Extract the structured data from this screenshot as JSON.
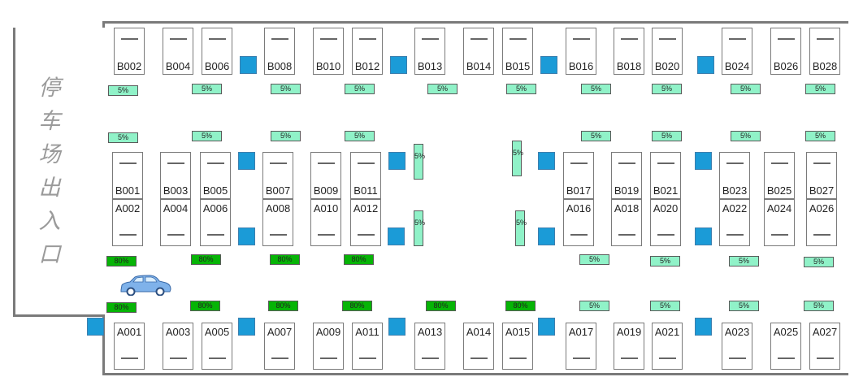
{
  "entrance": {
    "label_chars": [
      "停",
      "车",
      "场",
      "出",
      "入",
      "口"
    ]
  },
  "spots": {
    "b_top": [
      "B002",
      "B004",
      "B006",
      "B008",
      "B010",
      "B012",
      "B013",
      "B014",
      "B015",
      "B016",
      "B018",
      "B020",
      "B024",
      "B026",
      "B028"
    ],
    "b_mid": [
      "B001",
      "B003",
      "B005",
      "B007",
      "B009",
      "B011",
      "B017",
      "B019",
      "B021",
      "B023",
      "B025",
      "B027"
    ],
    "a_mid": [
      "A002",
      "A004",
      "A006",
      "A008",
      "A010",
      "A012",
      "A016",
      "A018",
      "A020",
      "A022",
      "A024",
      "A026"
    ],
    "a_bot": [
      "A001",
      "A003",
      "A005",
      "A007",
      "A009",
      "A011",
      "A013",
      "A014",
      "A015",
      "A017",
      "A019",
      "A021",
      "A023",
      "A025",
      "A027"
    ]
  },
  "badges": {
    "light": "5%",
    "dark": "80%"
  },
  "colors": {
    "marker_blue": "#1b9bd7",
    "badge_light": "#90f2c8",
    "badge_dark": "#06b406",
    "border": "#7a7a7a"
  },
  "icons": {
    "car": "car-icon",
    "square": "blue-square-marker"
  }
}
